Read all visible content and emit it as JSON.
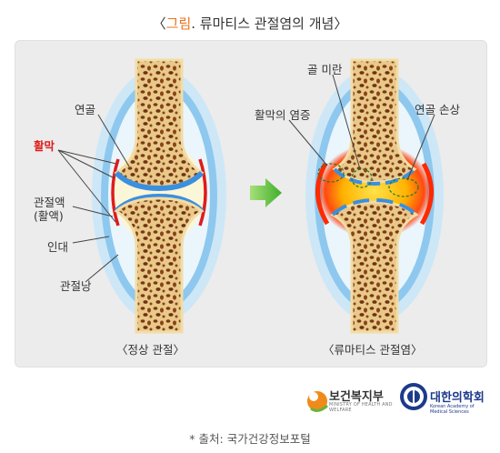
{
  "title": {
    "open": "〈",
    "highlight": "그림",
    "rest": ". 류마티스 관절염의 개념〉"
  },
  "left_labels": {
    "cartilage": "연골",
    "synovium": "활막",
    "synovial_fluid_1": "관절액",
    "synovial_fluid_2": "(활액)",
    "ligament": "인대",
    "joint_capsule": "관절낭"
  },
  "right_labels": {
    "bone_erosion": "골 미란",
    "synovitis": "활막의 염증",
    "cartilage_damage": "연골 손상"
  },
  "captions": {
    "normal": "〈정상 관절〉",
    "ra": "〈류마티스 관절염〉"
  },
  "logos": {
    "mohw": "보건복지부",
    "mohw_sub": "MINISTRY OF HEALTH AND WELFARE",
    "kams": "대한의학회",
    "kams_sub": "Korean Academy of Medical Sciences"
  },
  "source": "* 출처: 국가건강정보포털",
  "colors": {
    "accent": "#e8741a",
    "synovium_red": "#e01b1b",
    "arrow_green": "#3fae2a"
  }
}
